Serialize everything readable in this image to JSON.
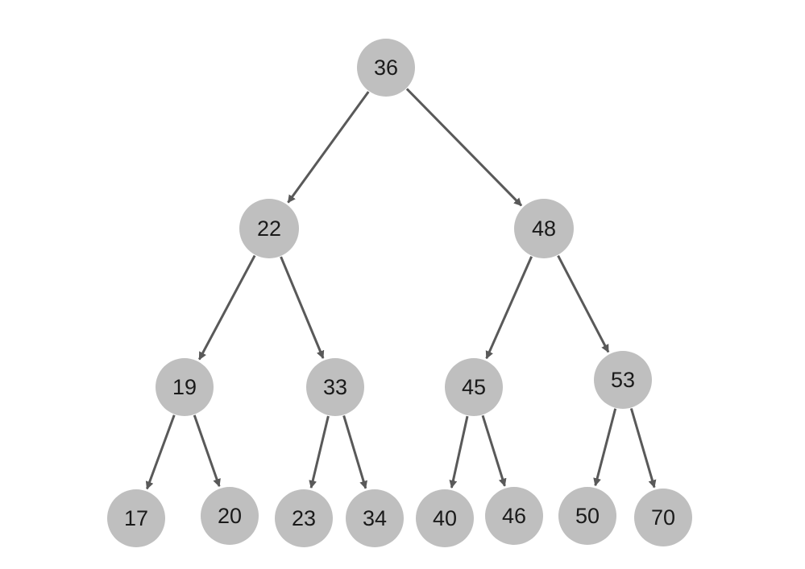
{
  "diagram": {
    "type": "binary-tree",
    "colors": {
      "node_fill": "#bfbfbf",
      "edge": "#595959",
      "label": "#1a1a1a",
      "background": "#ffffff"
    },
    "nodes": [
      {
        "id": "n36",
        "label": "36"
      },
      {
        "id": "n22",
        "label": "22"
      },
      {
        "id": "n48",
        "label": "48"
      },
      {
        "id": "n19",
        "label": "19"
      },
      {
        "id": "n33",
        "label": "33"
      },
      {
        "id": "n45",
        "label": "45"
      },
      {
        "id": "n53",
        "label": "53"
      },
      {
        "id": "n17",
        "label": "17"
      },
      {
        "id": "n20",
        "label": "20"
      },
      {
        "id": "n23",
        "label": "23"
      },
      {
        "id": "n34",
        "label": "34"
      },
      {
        "id": "n40",
        "label": "40"
      },
      {
        "id": "n46",
        "label": "46"
      },
      {
        "id": "n50",
        "label": "50"
      },
      {
        "id": "n70",
        "label": "70"
      }
    ],
    "edges": [
      {
        "from": "n36",
        "to": "n22"
      },
      {
        "from": "n36",
        "to": "n48"
      },
      {
        "from": "n22",
        "to": "n19"
      },
      {
        "from": "n22",
        "to": "n33"
      },
      {
        "from": "n48",
        "to": "n45"
      },
      {
        "from": "n48",
        "to": "n53"
      },
      {
        "from": "n19",
        "to": "n17"
      },
      {
        "from": "n19",
        "to": "n20"
      },
      {
        "from": "n33",
        "to": "n23"
      },
      {
        "from": "n33",
        "to": "n34"
      },
      {
        "from": "n45",
        "to": "n40"
      },
      {
        "from": "n45",
        "to": "n46"
      },
      {
        "from": "n53",
        "to": "n50"
      },
      {
        "from": "n53",
        "to": "n70"
      }
    ]
  }
}
